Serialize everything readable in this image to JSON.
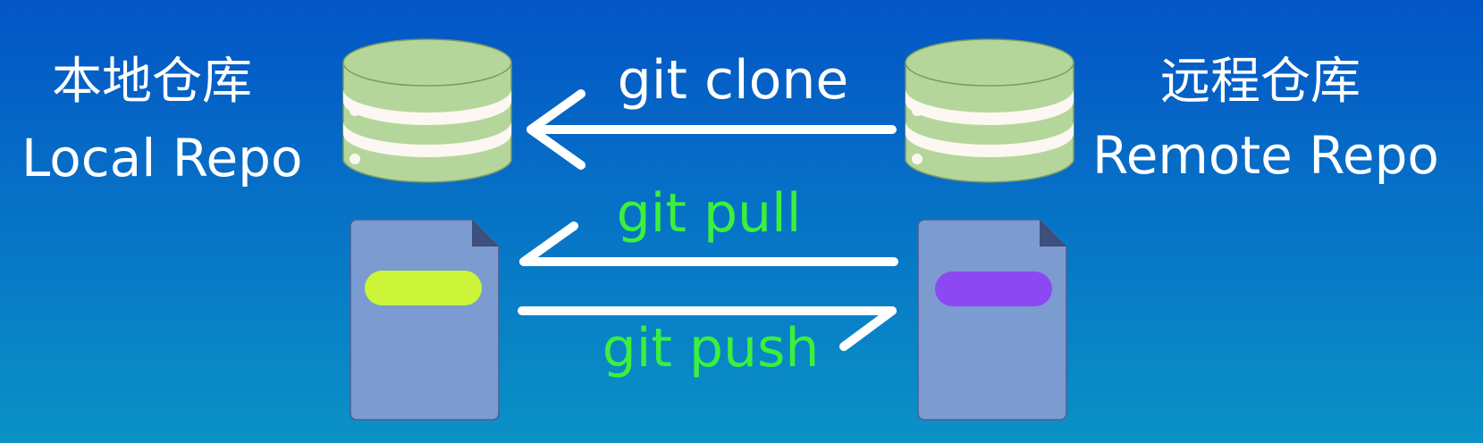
{
  "local_repo": {
    "title_zh": "本地仓库",
    "title_en": "Local Repo"
  },
  "remote_repo": {
    "title_zh": "远程仓库",
    "title_en": "Remote Repo"
  },
  "commands": {
    "clone": "git clone",
    "pull": "git pull",
    "push": "git push"
  },
  "colors": {
    "background_top": "#0355c6",
    "background_bottom": "#0a92c6",
    "database": "#b5d69b",
    "database_band": "#fcf7f3",
    "file": "#7b9bd1",
    "file_fold": "#3c4f7d",
    "local_file_bar": "#ccf53a",
    "remote_file_bar": "#8c48f2",
    "clone_text": "#ffffff",
    "pull_push_text": "#3cf03c",
    "arrow": "#ffffff"
  },
  "icons": {
    "local_database": "database-icon",
    "remote_database": "database-icon",
    "local_file": "file-icon",
    "remote_file": "file-icon"
  }
}
